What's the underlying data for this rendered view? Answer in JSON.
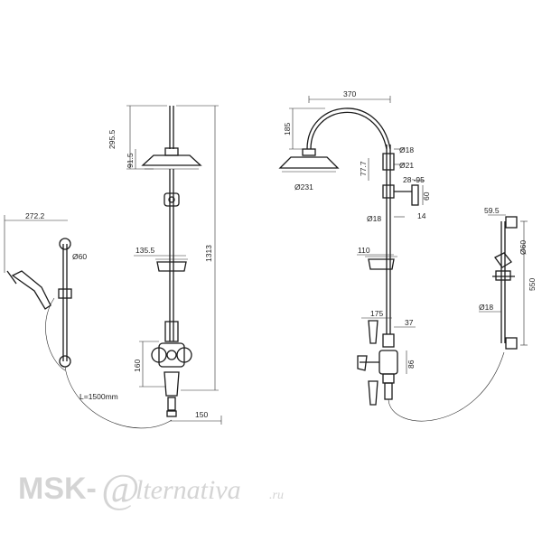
{
  "dimensions": {
    "left": {
      "d2722": "272.2",
      "d60": "Ø60",
      "hose": "L=1500mm",
      "d2955": "295.5",
      "d915": "91.5",
      "d1355": "135.5",
      "d1313": "1313",
      "d160": "160",
      "d150": "150"
    },
    "right": {
      "d370": "370",
      "d185": "185",
      "d18a": "Ø18",
      "d777": "77.7",
      "d21": "Ø21",
      "d231": "Ø231",
      "d2895": "28~95",
      "d60b": "60",
      "d18b": "Ø18",
      "d14": "14",
      "d110": "110",
      "d175": "175",
      "d37": "37",
      "d86": "86",
      "d595": "59.5",
      "d60c": "Ø60",
      "d550": "550",
      "d18c": "Ø18"
    }
  },
  "watermark": {
    "prefix": "MSK-",
    "at": "@",
    "suffix": "lternativa",
    "tld": ".ru"
  }
}
